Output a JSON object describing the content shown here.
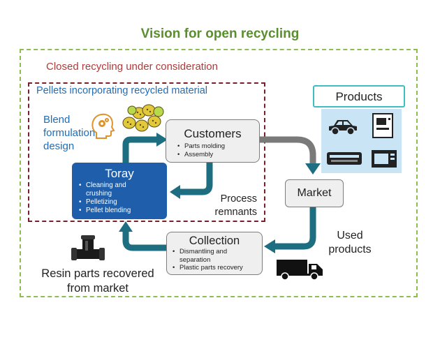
{
  "title": "Vision for open recycling",
  "closed_label": "Closed recycling under consideration",
  "pellets_label": "Pellets incorporating recycled material",
  "blend": {
    "line1": "Blend",
    "line2": "formulation",
    "line3": "design"
  },
  "customers": {
    "title": "Customers",
    "items": [
      "Parts molding",
      "Assembly"
    ]
  },
  "toray": {
    "title": "Toray",
    "items": [
      "Cleaning and",
      "crushing",
      "Pelletizing",
      "Pellet blending"
    ]
  },
  "process": {
    "line1": "Process",
    "line2": "remnants"
  },
  "products": {
    "title": "Products"
  },
  "market": {
    "title": "Market"
  },
  "used": {
    "line1": "Used",
    "line2": "products"
  },
  "collection": {
    "title": "Collection",
    "items": [
      "Dismantling and",
      "separation",
      "Plastic parts recovery"
    ]
  },
  "resin": {
    "line1": "Resin parts recovered",
    "line2": "from market"
  },
  "colors": {
    "title_green": "#5a8f2f",
    "outer_border": "#8cbf4f",
    "inner_border": "#7a1e2a",
    "closed_text": "#b03a3a",
    "blue_text": "#1f6db8",
    "toray_fill": "#1f5eab",
    "arrow_teal": "#1d6e80",
    "arrow_gray": "#7a7a7a",
    "products_border": "#3dbfbf",
    "products_panel": "#c9e4f5"
  },
  "icons": [
    "head-gear-icon",
    "pellets-icon",
    "car-icon",
    "appliance-icon",
    "air-conditioner-icon",
    "microwave-icon",
    "truck-icon",
    "pipe-fitting-icon"
  ]
}
